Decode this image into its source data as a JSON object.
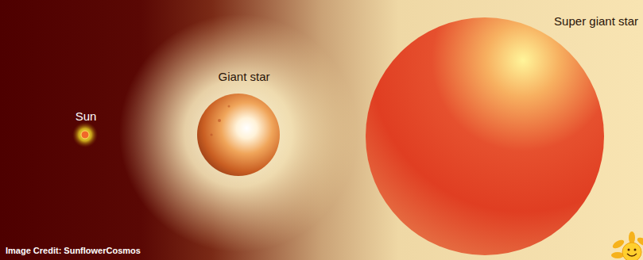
{
  "diagram": {
    "labels": [
      "Sun",
      "Giant star",
      "Super giant star",
      "Image Credit: SunflowerCosmos"
    ]
  }
}
